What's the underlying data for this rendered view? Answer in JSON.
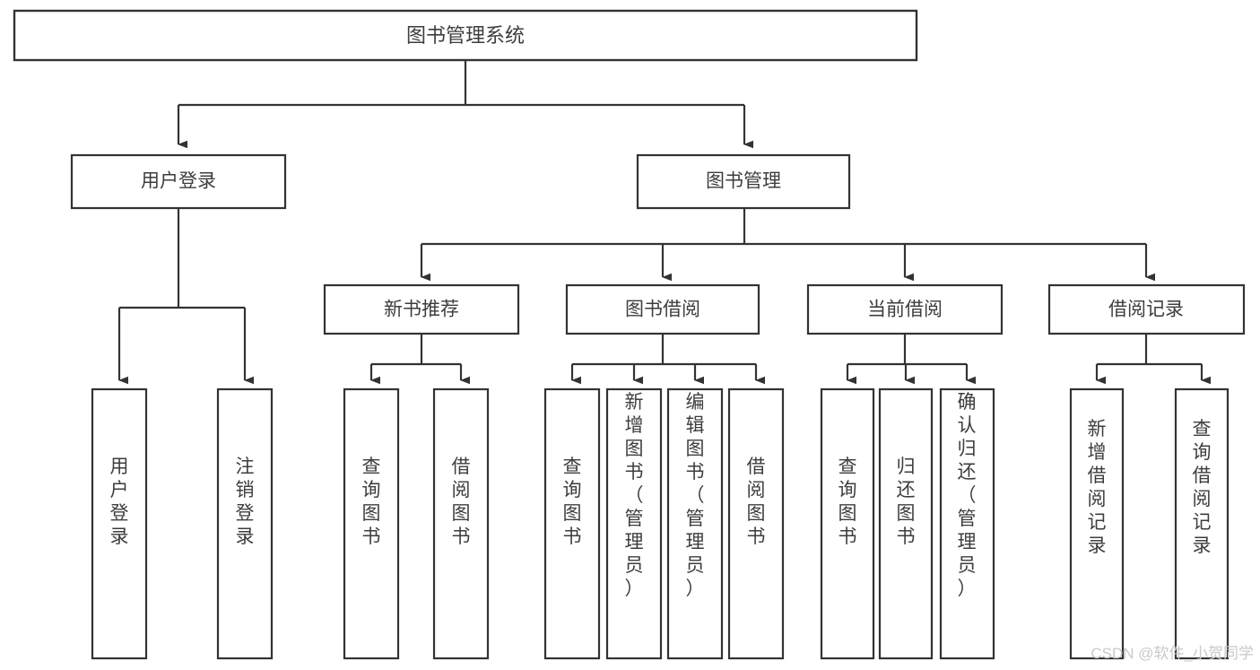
{
  "diagram": {
    "title": "图书管理系统",
    "type": "functional-structure-tree",
    "root": {
      "id": "root",
      "label": "图书管理系统"
    },
    "level1": [
      {
        "id": "user-login",
        "label": "用户登录"
      },
      {
        "id": "book-manage",
        "label": "图书管理"
      }
    ],
    "level2": [
      {
        "id": "new-book-recommend",
        "label": "新书推荐",
        "parent": "book-manage"
      },
      {
        "id": "book-borrow",
        "label": "图书借阅",
        "parent": "book-manage"
      },
      {
        "id": "current-borrow",
        "label": "当前借阅",
        "parent": "book-manage"
      },
      {
        "id": "borrow-record",
        "label": "借阅记录",
        "parent": "book-manage"
      }
    ],
    "leaves": {
      "user_login": [
        {
          "id": "leaf-user-login",
          "label": "用户登录"
        },
        {
          "id": "leaf-logout-login",
          "label": "注销登录"
        }
      ],
      "new_book_recommend": [
        {
          "id": "leaf-query-book-1",
          "label": "查询图书"
        },
        {
          "id": "leaf-borrow-book-1",
          "label": "借阅图书"
        }
      ],
      "book_borrow": [
        {
          "id": "leaf-query-book-2",
          "label": "查询图书"
        },
        {
          "id": "leaf-add-book",
          "label": "新增图书（管理员）"
        },
        {
          "id": "leaf-edit-book",
          "label": "编辑图书（管理员）"
        },
        {
          "id": "leaf-borrow-book-2",
          "label": "借阅图书"
        }
      ],
      "current_borrow": [
        {
          "id": "leaf-query-book-3",
          "label": "查询图书"
        },
        {
          "id": "leaf-return-book",
          "label": "归还图书"
        },
        {
          "id": "leaf-confirm-return",
          "label": "确认归还（管理员）"
        }
      ],
      "borrow_record": [
        {
          "id": "leaf-add-borrow-record",
          "label": "新增借阅记录"
        },
        {
          "id": "leaf-query-borrow-record",
          "label": "查询借阅记录"
        }
      ]
    }
  },
  "watermark": {
    "text": "CSDN @软件_小贺同学"
  },
  "colors": {
    "stroke": "#333333",
    "box_fill": "#ffffff",
    "text": "#3d3d3d",
    "watermark": "#c9c9c9",
    "page_background": "#ffffff"
  }
}
